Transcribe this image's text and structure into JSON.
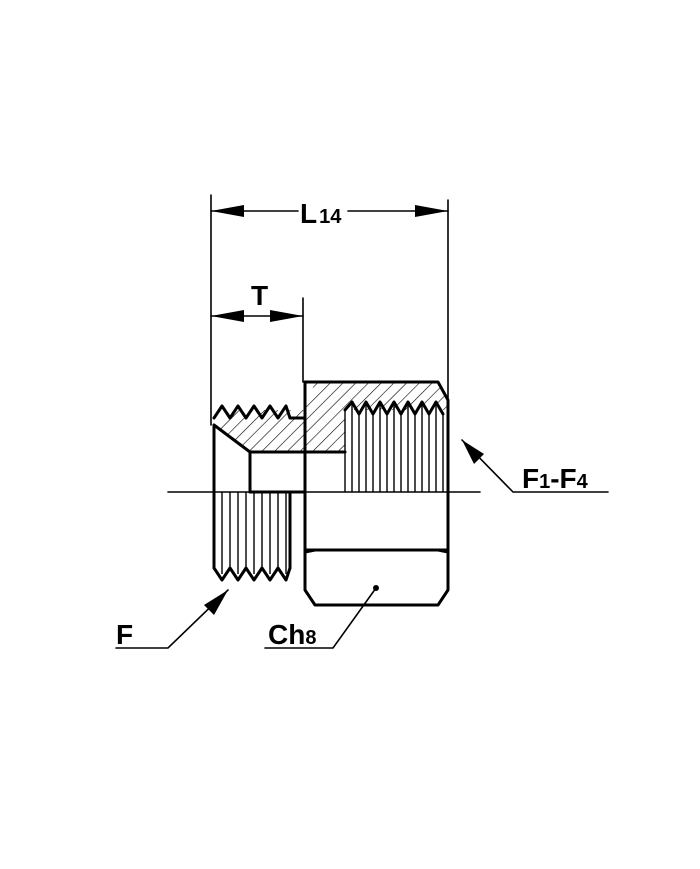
{
  "labels": {
    "overall_length_main": "L",
    "overall_length_sub": "14",
    "thread_depth": "T",
    "male_thread": "F",
    "female_thread_a_main": "F",
    "female_thread_a_sub": "1",
    "female_thread_sep": "-F",
    "female_thread_b_sub": "4",
    "hex_main": "Ch",
    "hex_sub": "8"
  }
}
